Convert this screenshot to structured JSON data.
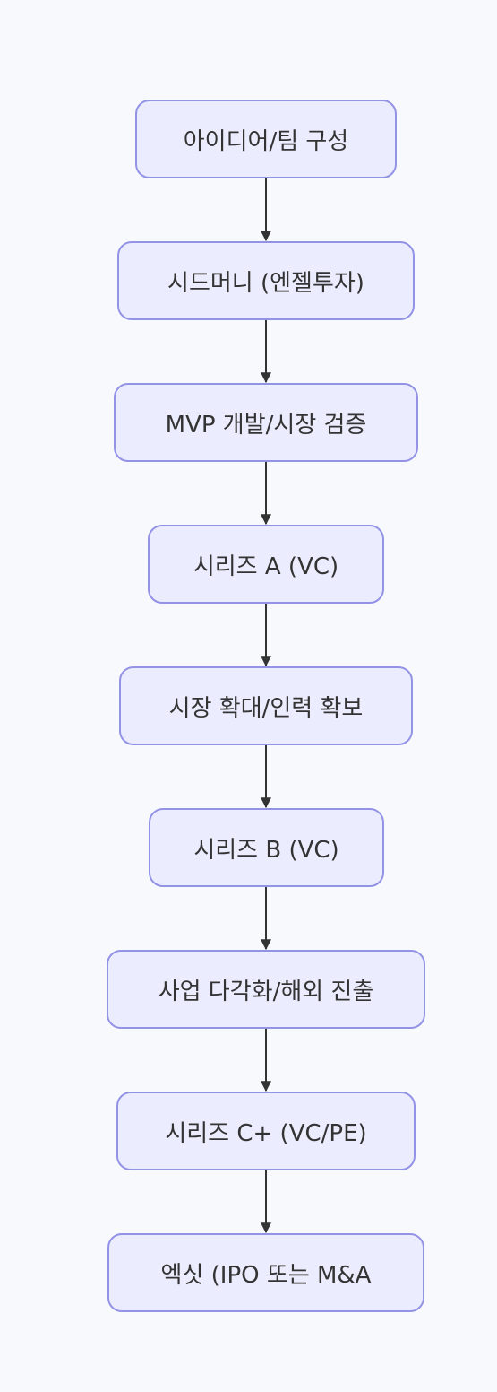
{
  "flowchart": {
    "nodes": [
      {
        "label": "아이디어/팀 구성"
      },
      {
        "label": "시드머니 (엔젤투자)"
      },
      {
        "label": "MVP 개발/시장 검증"
      },
      {
        "label": "시리즈 A (VC)"
      },
      {
        "label": "시장 확대/인력 확보"
      },
      {
        "label": "시리즈 B (VC)"
      },
      {
        "label": "사업 다각화/해외 진출"
      },
      {
        "label": "시리즈 C+ (VC/PE)"
      },
      {
        "label": "엑싯 (IPO 또는 M&A"
      }
    ]
  },
  "colors": {
    "background": "#f8f9fc",
    "node_fill": "#ececff",
    "node_border": "#9393e6",
    "text": "#333333",
    "edge": "#333333"
  }
}
